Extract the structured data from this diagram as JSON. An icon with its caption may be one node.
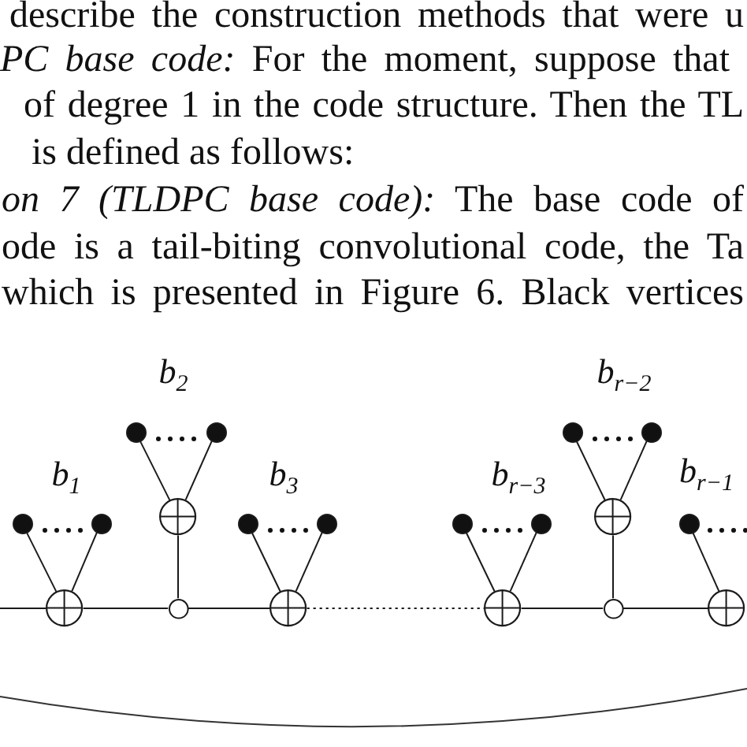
{
  "diagram": {
    "nodes": [
      {
        "text": [],
        "shape": "circle"
      },
      {
        "text": [],
        "shape": "circle"
      },
      {
        "text": [],
        "shape": "circle"
      },
      {
        "text": [],
        "shape": "circle"
      },
      {
        "text": [],
        "shape": "circle"
      },
      {
        "text": [],
        "shape": "circle"
      },
      {
        "text": [],
        "shape": "circle"
      },
      {
        "text": [],
        "shape": "circle"
      },
      {
        "text": [],
        "shape": "circle"
      },
      {
        "text": [],
        "shape": "circle"
      },
      {
        "text": [],
        "shape": "circle"
      },
      {
        "text": [],
        "shape": "circle"
      },
      {
        "text": [],
        "shape": "circle"
      },
      {
        "text": [],
        "shape": "circle"
      },
      {
        "text": [],
        "shape": "circle"
      },
      {
        "text": [],
        "shape": "circle"
      },
      {
        "text": [],
        "shape": "circle"
      },
      {
        "text": [],
        "shape": "circle"
      },
      {
        "text": [],
        "shape": "circle"
      }
    ],
    "edges": [
      {
        "from": null,
        "to": 2,
        "arrow": "none"
      },
      {
        "from": 0,
        "to": 2,
        "arrow": "none"
      },
      {
        "from": 1,
        "to": 2,
        "arrow": "none"
      },
      {
        "from": 2,
        "to": 6,
        "arrow": "none"
      },
      {
        "from": 3,
        "to": 5,
        "arrow": "none"
      },
      {
        "from": 4,
        "to": 5,
        "arrow": "none"
      },
      {
        "from": 5,
        "to": 6,
        "arrow": "none"
      },
      {
        "from": 6,
        "to": 9,
        "arrow": "none"
      },
      {
        "from": 7,
        "to": 9,
        "arrow": "none"
      },
      {
        "from": 8,
        "to": 9,
        "arrow": "none"
      },
      {
        "from": 9,
        "to": 12,
        "arrow": "none",
        "style": "dashed"
      },
      {
        "from": 10,
        "to": 12,
        "arrow": "none"
      },
      {
        "from": 11,
        "to": 12,
        "arrow": "none"
      },
      {
        "from": 12,
        "to": 16,
        "arrow": "none"
      },
      {
        "from": 13,
        "to": 15,
        "arrow": "none"
      },
      {
        "from": 14,
        "to": 15,
        "arrow": "none"
      },
      {
        "from": 15,
        "to": 16,
        "arrow": "none"
      },
      {
        "from": 16,
        "to": 18,
        "arrow": "none"
      },
      {
        "from": 17,
        "to": 18,
        "arrow": "none"
      }
    ],
    "labels": [
      "describe the construction methods that were u",
      "*PC base code:* For the moment, suppose that",
      "of degree 1 in the code structure. Then the TL",
      "is defined as follows:",
      "*on 7 (TLDPC base code):* The base code of",
      "ode is a tail-biting convolutional code, the Ta",
      "which is presented in Figure 6. Black vertices",
      "b$_{1}$",
      "b$_{2}$",
      "b$_{3}$",
      "b$_{r−3}$",
      "b$_{r−2}$",
      "b$_{r−1}$"
    ]
  }
}
